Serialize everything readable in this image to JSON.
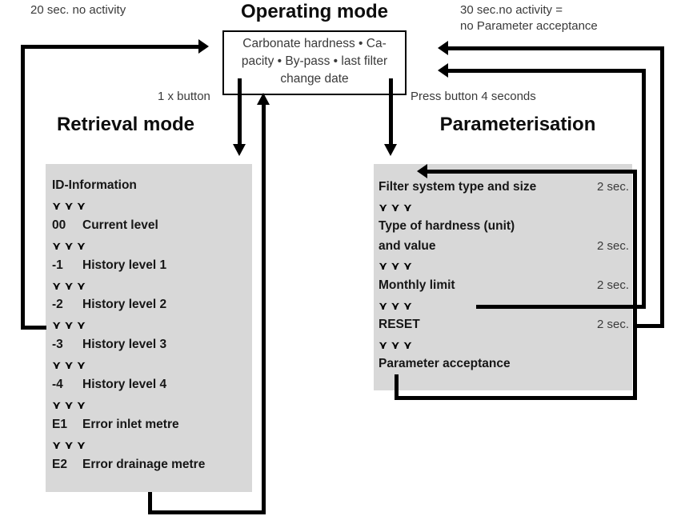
{
  "labels": {
    "top_left_timeout": "20 sec. no activity",
    "top_right_timeout_line1": "30 sec.no activity =",
    "top_right_timeout_line2": "no Parameter acceptance",
    "one_x_button": "1 x button",
    "press_button": "Press button 4 seconds"
  },
  "operating_mode": {
    "title": "Operating mode",
    "box_lines": [
      "Carbonate hardness • Ca-",
      "pacity • By-pass • last filter",
      "change date"
    ]
  },
  "retrieval_mode": {
    "title": "Retrieval mode",
    "items": [
      {
        "type": "text",
        "code": "",
        "label": "ID-Information"
      },
      {
        "type": "glyphs"
      },
      {
        "type": "text",
        "code": "00",
        "label": "Current level"
      },
      {
        "type": "glyphs"
      },
      {
        "type": "text",
        "code": "-1",
        "label": "History level 1"
      },
      {
        "type": "glyphs"
      },
      {
        "type": "text",
        "code": "-2",
        "label": "History level 2"
      },
      {
        "type": "glyphs"
      },
      {
        "type": "text",
        "code": "-3",
        "label": "History level 3"
      },
      {
        "type": "glyphs"
      },
      {
        "type": "text",
        "code": "-4",
        "label": "History level 4"
      },
      {
        "type": "glyphs"
      },
      {
        "type": "text",
        "code": "E1",
        "label": "Error inlet metre"
      },
      {
        "type": "glyphs"
      },
      {
        "type": "text",
        "code": "E2",
        "label": "Error drainage metre"
      }
    ]
  },
  "parameterisation": {
    "title": "Parameterisation",
    "items": [
      {
        "type": "text",
        "label": "Filter system type and size",
        "time": "2 sec."
      },
      {
        "type": "glyphs"
      },
      {
        "type": "text",
        "label": "Type of hardness (unit)",
        "time": ""
      },
      {
        "type": "text",
        "label": "and value",
        "time": "2 sec."
      },
      {
        "type": "glyphs"
      },
      {
        "type": "text",
        "label": "Monthly limit",
        "time": "2 sec."
      },
      {
        "type": "glyphs"
      },
      {
        "type": "text",
        "label": "RESET",
        "time": "2 sec."
      },
      {
        "type": "glyphs"
      },
      {
        "type": "text",
        "label": "Parameter acceptance",
        "time": ""
      }
    ]
  },
  "scroll_glyph": "⋎⋎⋎",
  "colors": {
    "line": "#000000",
    "panel_background": "#d8d8d8",
    "regular_text": "#3a3a3a",
    "bold_text": "#161616"
  }
}
